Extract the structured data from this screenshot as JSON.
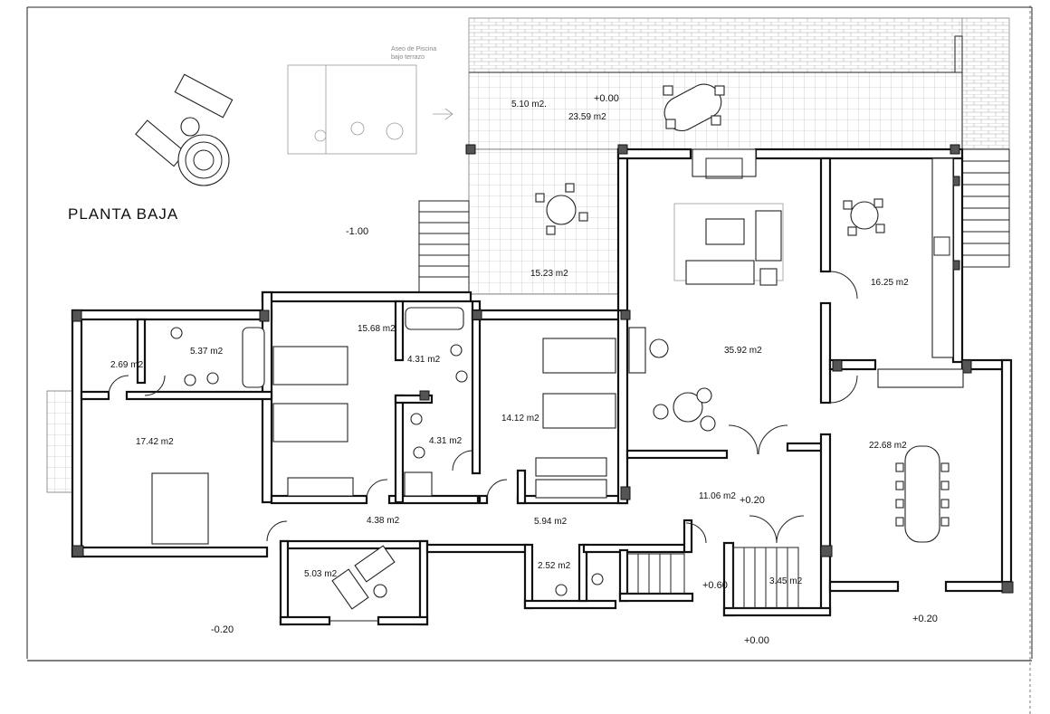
{
  "title": "PLANTA BAJA",
  "pool_note_line1": "Aseo de Piscina",
  "pool_note_line2": "bajo terrazo",
  "levels": {
    "exterior_low": "-1.00",
    "terrace_top": "+0.00",
    "bottom_left": "-0.20",
    "hall": "+0.20",
    "stair_landing": "+0.60",
    "entrance": "+0.00",
    "dining_outside": "+0.20"
  },
  "areas": {
    "terrace_top": "5.10  m2.",
    "terrace_top_b": "23.59 m2",
    "porch": "15.23 m2",
    "bedroom_main": "15.68 m2",
    "bath_a": "4.31 m2",
    "bath_b": "4.31 m2",
    "bedroom_2": "14.12 m2",
    "small_storage": "2.69 m2",
    "ensuite": "5.37 m2",
    "master_bedroom": "17.42 m2",
    "corridor_left": "4.38 m2",
    "corridor_right": "5.94 m2",
    "study": "5.03 m2",
    "toilet": "2.52 m2",
    "living": "35.92 m2",
    "kitchen": "16.25 m2",
    "hall": "11.06 m2",
    "dining": "22.68 m2",
    "stairs": "3.45 m2"
  }
}
